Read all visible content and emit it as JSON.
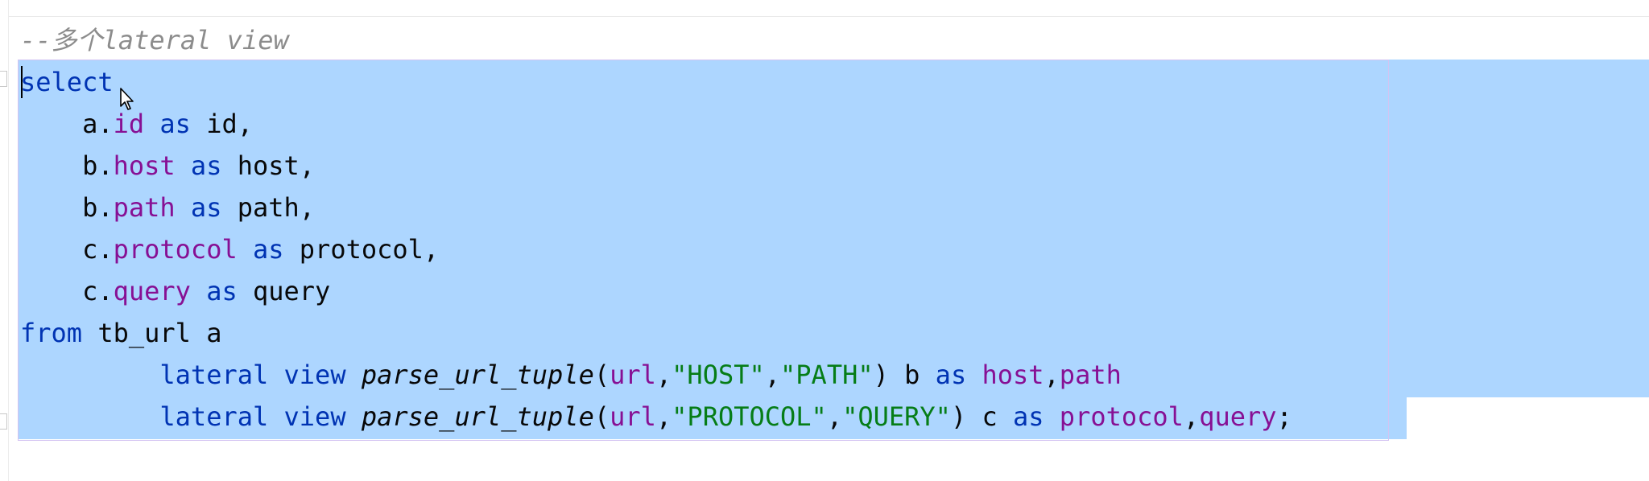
{
  "editor": {
    "comment_line": "--多个lateral view",
    "code": {
      "line1": {
        "kw": "select"
      },
      "line2": {
        "indent": "    ",
        "tbl": "a.",
        "col": "id",
        "kw": "as",
        "alias": "id,"
      },
      "line3": {
        "indent": "    ",
        "tbl": "b.",
        "col": "host",
        "kw": "as",
        "alias": "host,"
      },
      "line4": {
        "indent": "    ",
        "tbl": "b.",
        "col": "path",
        "kw": "as",
        "alias": "path,"
      },
      "line5": {
        "indent": "    ",
        "tbl": "c.",
        "col": "protocol",
        "kw": "as",
        "alias": "protocol,"
      },
      "line6": {
        "indent": "    ",
        "tbl": "c.",
        "col": "query",
        "kw": "as",
        "alias": "query"
      },
      "line7": {
        "kw": "from",
        "rest": "tb_url a"
      },
      "line8": {
        "indent": "         ",
        "kw1": "lateral",
        "kw2": "view",
        "fn": "parse_url_tuple",
        "open": "(",
        "arg": "url",
        "comma1": ",",
        "str1": "\"HOST\"",
        "comma2": ",",
        "str2": "\"PATH\"",
        "close_alias": ") b",
        "kw3": "as",
        "c1": "host",
        "comma3": ",",
        "c2": "path"
      },
      "line9": {
        "indent": "         ",
        "kw1": "lateral",
        "kw2": "view",
        "fn": "parse_url_tuple",
        "open": "(",
        "arg": "url",
        "comma1": ",",
        "str1": "\"PROTOCOL\"",
        "comma2": ",",
        "str2": "\"QUERY\"",
        "close_alias": ") c",
        "kw3": "as",
        "c1": "protocol",
        "comma3": ",",
        "c2": "query",
        "end": ";"
      }
    },
    "colors": {
      "keyword": "#0033b3",
      "field": "#871094",
      "string": "#067d17",
      "comment": "#8c8c8c",
      "selection": "#add6ff"
    },
    "icons": [
      "fold-marker-icon",
      "mouse-pointer-icon"
    ]
  }
}
